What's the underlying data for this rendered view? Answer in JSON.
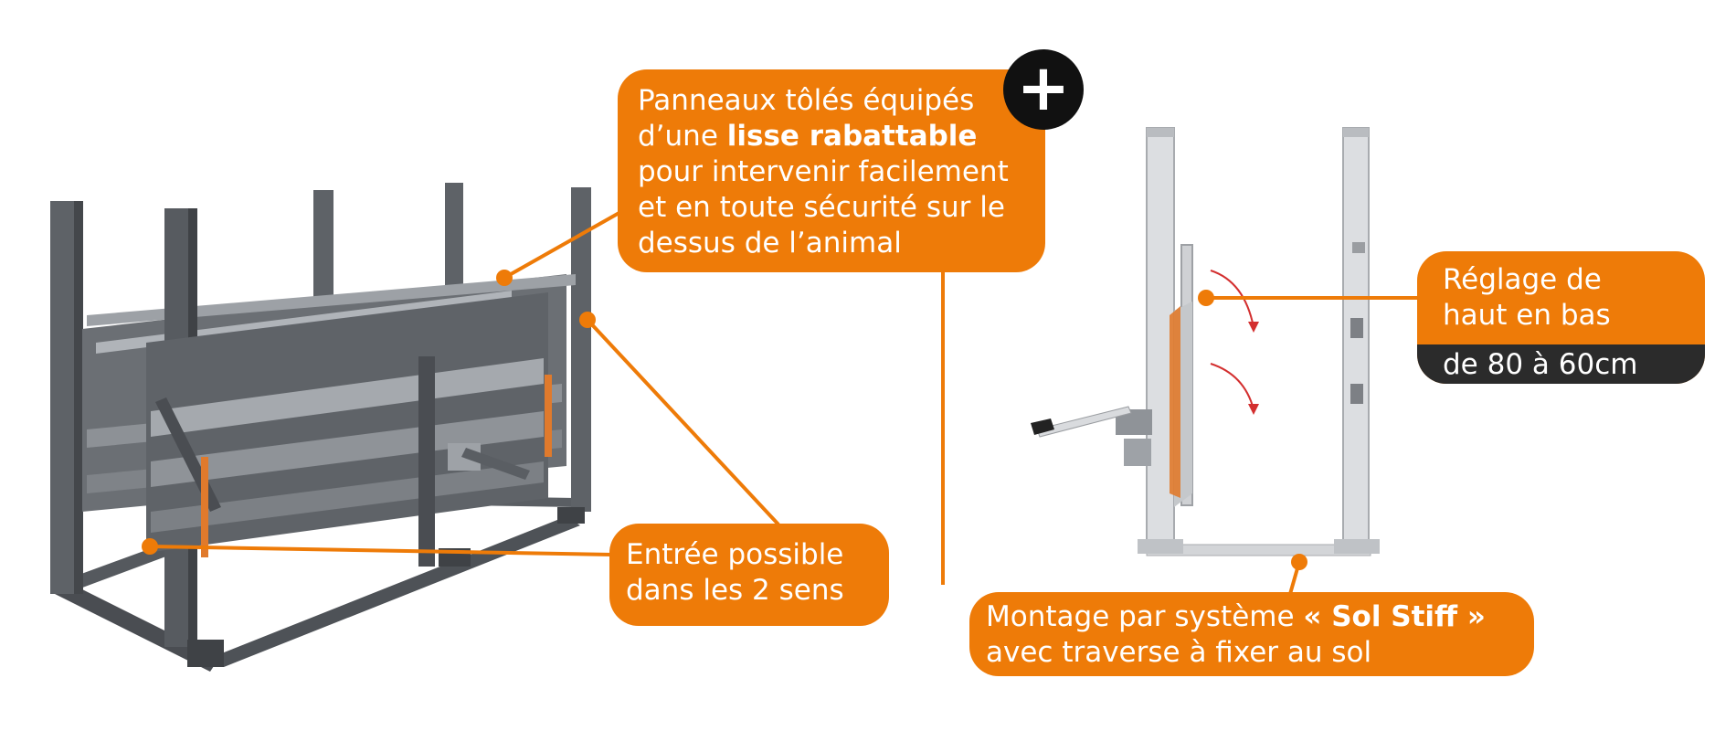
{
  "callouts": {
    "panneaux": {
      "lines": [
        "Panneaux tôlés équipés",
        "pour intervenir facilement",
        "et en toute sécurité sur le",
        "dessus de l’animal"
      ],
      "line2_prefix": "d’une ",
      "line2_bold": "lisse rabattable"
    },
    "entree": {
      "lines": [
        "Entrée possible",
        "dans les 2 sens"
      ]
    },
    "reglage": {
      "line1": "Réglage de",
      "line2": "haut en bas",
      "line3": "de 80 à 60cm"
    },
    "montage": {
      "line1_prefix": "Montage par système ",
      "line1_bold": "« Sol Stiff »",
      "line2": "avec traverse à fixer au sol"
    }
  },
  "badge": {
    "symbol": "+"
  },
  "colors": {
    "accent": "#ee7b08",
    "dark": "#2b2b2b",
    "steel": "#5d6166",
    "steel_light": "#c9ccd0"
  }
}
